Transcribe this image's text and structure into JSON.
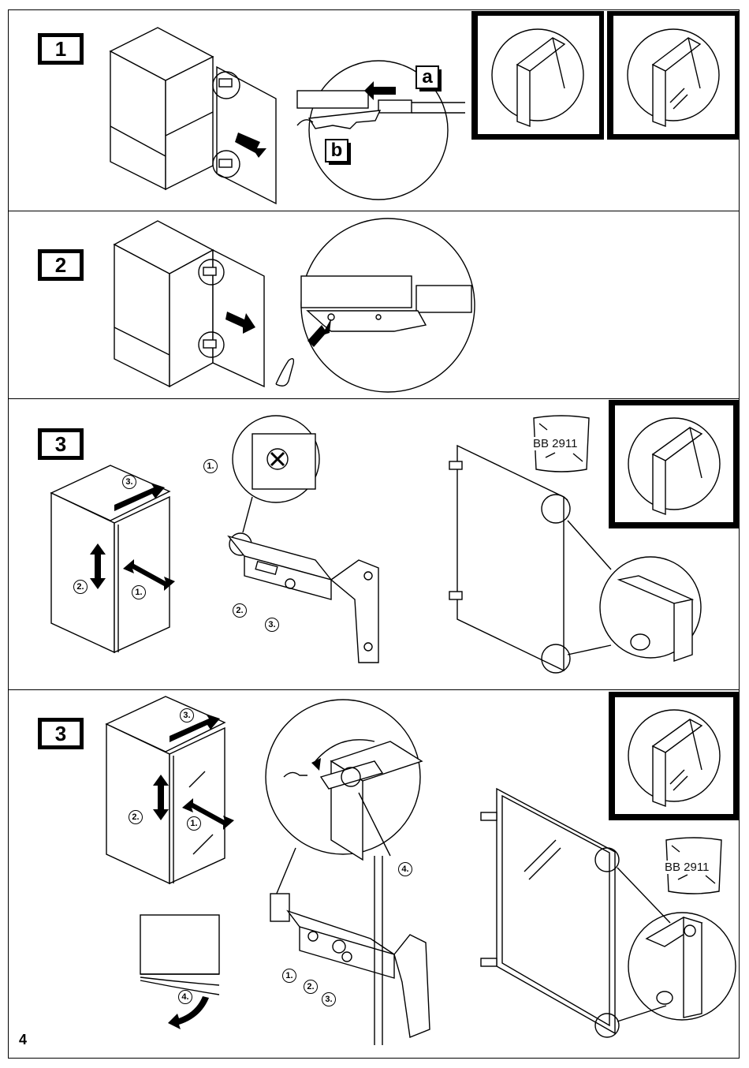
{
  "steps": {
    "s1": {
      "number": "1",
      "label_a": "a",
      "label_b": "b"
    },
    "s2": {
      "number": "2"
    },
    "s3": {
      "number": "3",
      "callout_1": "1.",
      "callout_2": "2.",
      "callout_3": "3.",
      "detail_1": "1.",
      "detail_2": "2.",
      "detail_3": "3.",
      "bag": "BB 2911"
    },
    "s4": {
      "number": "3",
      "callout_1": "1.",
      "callout_2": "2.",
      "callout_3": "3.",
      "callout_4": "4.",
      "detail_1": "1.",
      "detail_2": "2.",
      "detail_3": "3.",
      "detail_4": "4.",
      "bag": "BB 2911"
    }
  },
  "page_number": "4",
  "colors": {
    "ink": "#000000",
    "paper": "#ffffff"
  }
}
